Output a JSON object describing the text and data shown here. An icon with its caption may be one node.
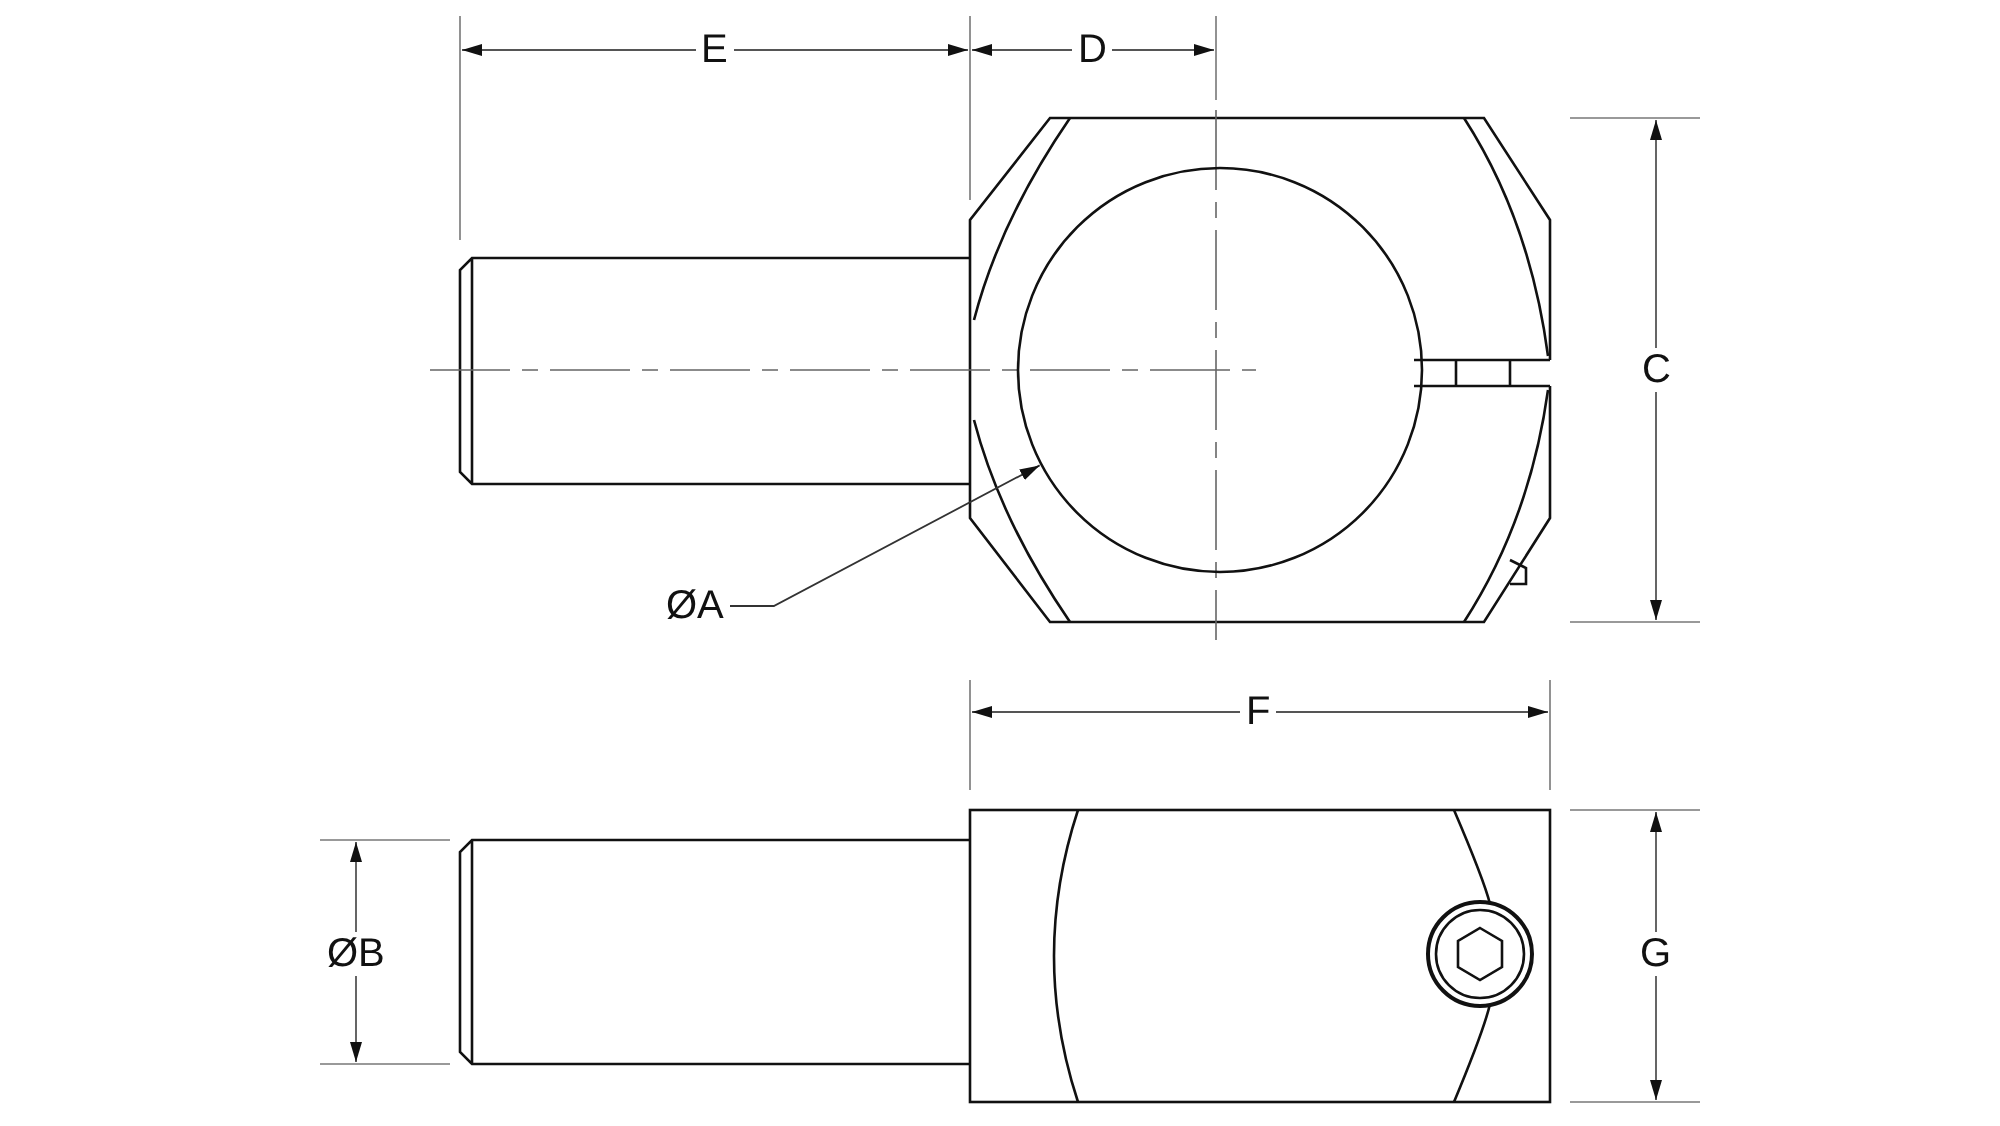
{
  "diagram": {
    "nodes": [
      {
        "text": [
          "ØA"
        ]
      },
      {
        "text": [],
        "shape": "circle"
      }
    ],
    "edges": [
      {
        "from": 0,
        "to": 1,
        "arrow": "to"
      }
    ],
    "labels": [
      "E",
      "D",
      "C",
      "F",
      "ØB",
      "G"
    ]
  }
}
